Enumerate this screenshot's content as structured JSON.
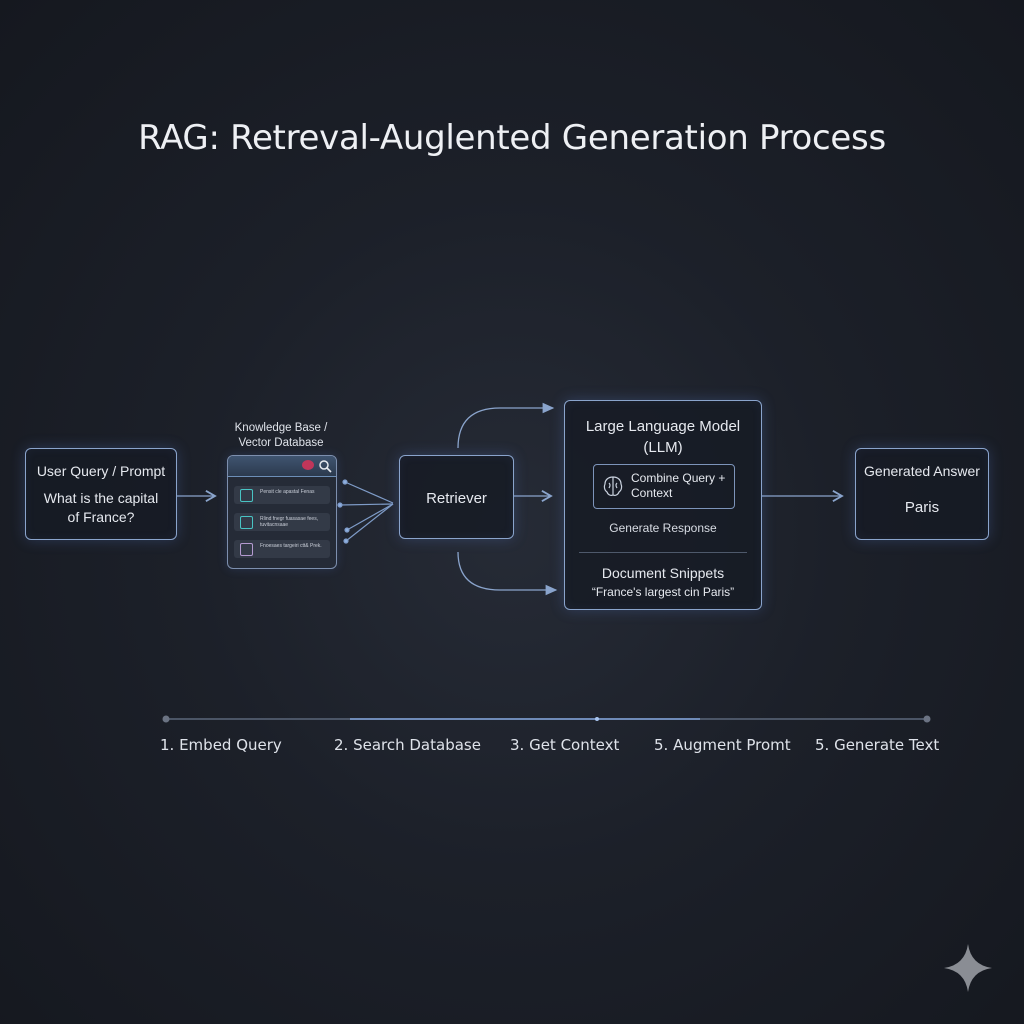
{
  "title": "RAG: Retreval-Auglented Generation Process",
  "user_query": {
    "label": "User Query / Prompt",
    "text": "What is the capital of France?"
  },
  "knowledge_base": {
    "label_line1": "Knowledge Base /",
    "label_line2": "Vector Database",
    "snippets": [
      "Pensit cle apastal Fenas",
      "Rlind fnegr fuasasae fees, tuvitacnsaae",
      "Fnoesaes targeiri ctt& Prek."
    ],
    "icons": [
      "search-icon",
      "document-icon",
      "code-document-icon",
      "image-document-icon"
    ],
    "status_dot_color": "#c0365a"
  },
  "retriever": {
    "label": "Retriever"
  },
  "llm": {
    "title": "Large Language Model (LLM)",
    "combine": "Combine Query + Context",
    "combine_icon": "brain-icon",
    "generate": "Generate Response",
    "snippets_title": "Document Snippets",
    "snippets_text": "“France's largest cin Paris”"
  },
  "answer": {
    "label": "Generated Answer",
    "text": "Paris"
  },
  "steps": [
    "1. Embed Query",
    "2. Search Database",
    "3. Get Context",
    "5. Augment Promt",
    "5. Generate Text"
  ],
  "colors": {
    "accent": "#8aa4cc",
    "background": "#1c2029"
  }
}
